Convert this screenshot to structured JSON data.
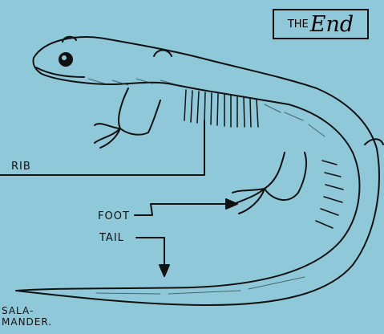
{
  "sign": {
    "prefix": "THE",
    "word": "End"
  },
  "labels": {
    "rib": "RIB",
    "foot": "FOOT",
    "tail": "TAIL"
  },
  "caption": "SALA-\nMANDER.",
  "colors": {
    "background": "#8fc9d9",
    "ink": "#111111",
    "shading": "#2a3a3f"
  }
}
